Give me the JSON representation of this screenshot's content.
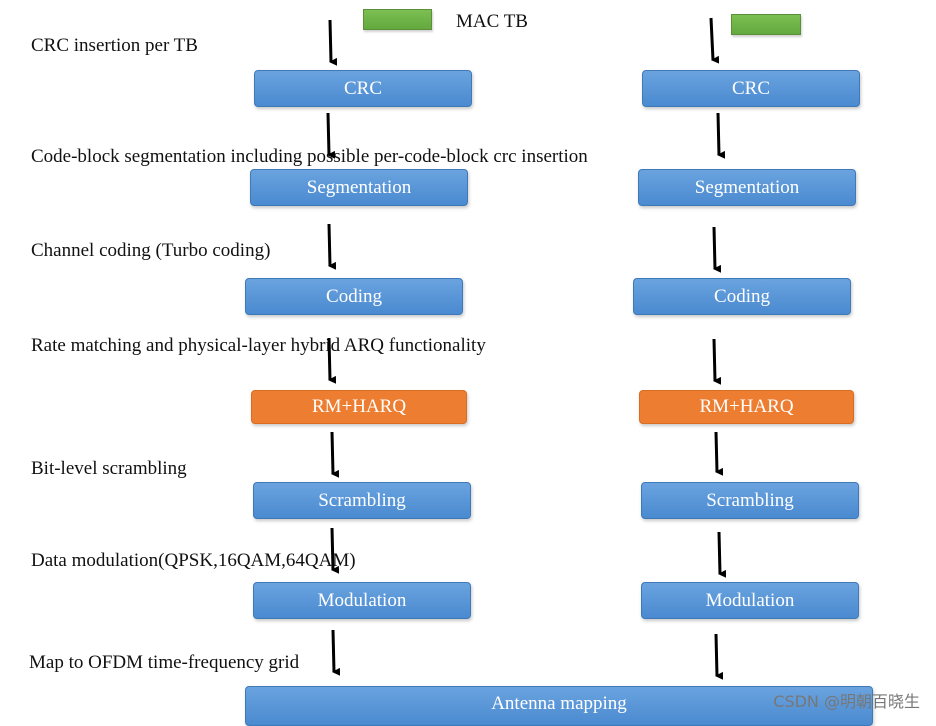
{
  "mac_tb_label": "MAC TB",
  "steps": [
    "CRC insertion per TB",
    "Code-block segmentation including possible per-code-block crc insertion",
    "Channel coding (Turbo coding)",
    "Rate matching and physical-layer hybrid ARQ functionality",
    "Bit-level scrambling",
    "Data modulation(QPSK,16QAM,64QAM)",
    "Map to  OFDM time-frequency grid"
  ],
  "blocks": {
    "crc": "CRC",
    "segmentation": "Segmentation",
    "coding": "Coding",
    "rm_harq": "RM+HARQ",
    "scrambling": "Scrambling",
    "modulation": "Modulation",
    "antenna_mapping": "Antenna mapping"
  },
  "colors": {
    "block_blue": "#5b9bd5",
    "block_orange": "#ed7d31",
    "mac_block_green": "#70ad47",
    "arrow": "#000000"
  },
  "watermark": "CSDN @明朝百晓生"
}
